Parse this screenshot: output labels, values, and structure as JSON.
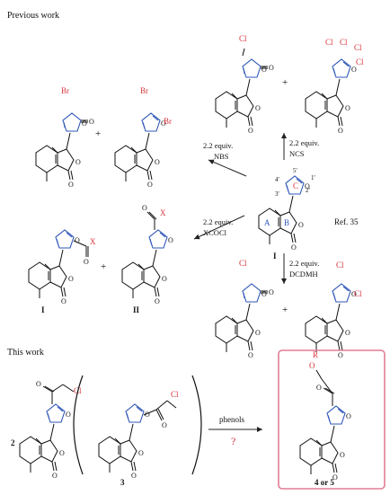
{
  "headings": {
    "previous": "Previous work",
    "current": "This work"
  },
  "substituents": {
    "cl": "Cl",
    "br": "Br",
    "x": "X",
    "o": "O",
    "r": "R",
    "cap_o": "O"
  },
  "center": {
    "ring_a": "A",
    "ring_b": "B",
    "ring_c": "C",
    "pos_5": "5'",
    "pos_4": "4'",
    "pos_3": "3'",
    "pos_2": "2'",
    "pos_1": "1'",
    "label": "I",
    "ref": "Ref. 35"
  },
  "reactions": {
    "ncs": {
      "line1": "2.2 equiv.",
      "line2": "NCS"
    },
    "nbs": {
      "line1": "2.2 equiv.",
      "line2": "NBS"
    },
    "xcocl": {
      "line1": "2.2 equiv.",
      "line2": "XCOCl"
    },
    "dcdmh": {
      "line1": "2.2 equiv.",
      "line2": "DCDMH"
    },
    "phenols": {
      "reagent": "phenols",
      "note": "?"
    }
  },
  "plus": "+",
  "compounds": {
    "acyl_1": "I",
    "acyl_2": "II",
    "this_2": "2",
    "this_3": "3",
    "product": "4 or 5"
  },
  "colors": {
    "red": "#d8333c",
    "blue": "#2f56b8",
    "box": "#e07d96"
  }
}
